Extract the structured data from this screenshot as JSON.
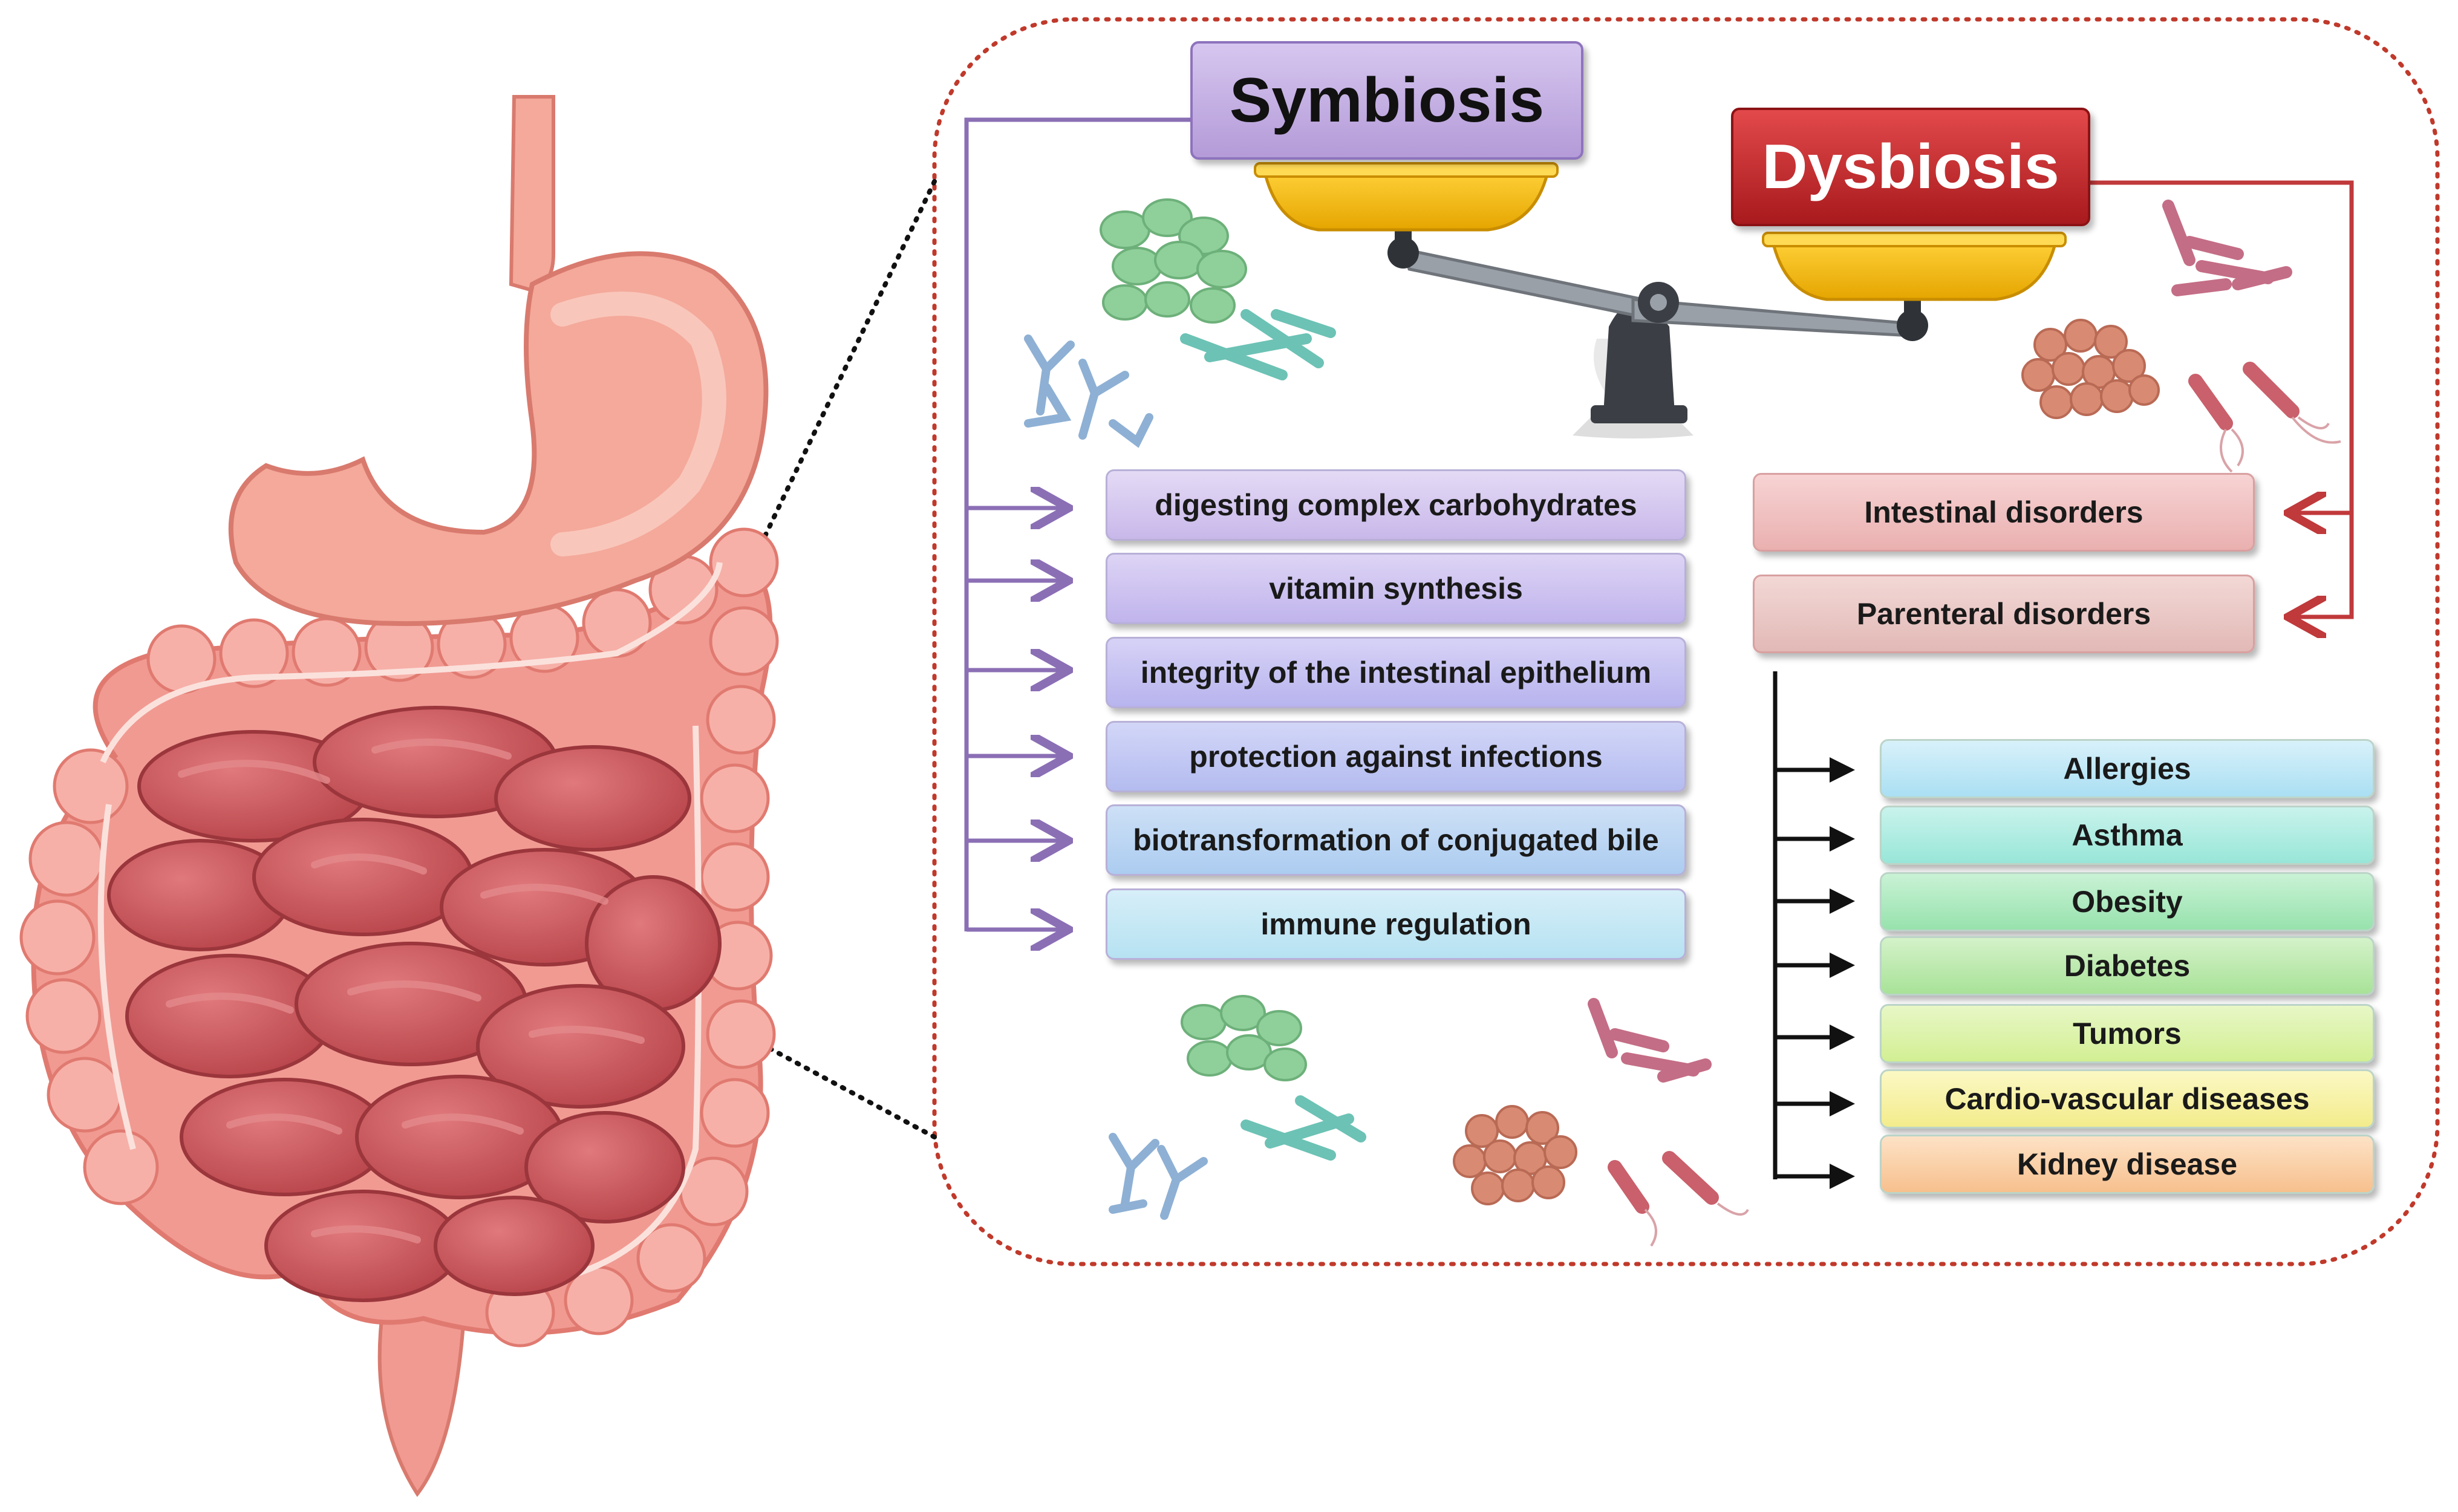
{
  "symbiosis": {
    "title": "Symbiosis",
    "functions": [
      "digesting complex carbohydrates",
      "vitamin synthesis",
      "integrity of the intestinal epithelium",
      "protection against infections",
      "biotransformation of conjugated bile",
      "immune regulation"
    ]
  },
  "dysbiosis": {
    "title": "Dysbiosis",
    "disorders": [
      "Intestinal disorders",
      "Parenteral disorders"
    ],
    "diseases": [
      "Allergies",
      "Asthma",
      "Obesity",
      "Diabetes",
      "Tumors",
      "Cardio-vascular diseases",
      "Kidney disease"
    ]
  },
  "colors": {
    "symbiosis_arrow": "#8b6fb5",
    "dysbiosis_arrow": "#c0393b",
    "frame_dots": "#c0392b",
    "intestine_dark": "#c8575c",
    "colon_light": "#f19a92",
    "stomach": "#f4a99a"
  },
  "icons": [
    "intestine-illustration",
    "balance-scale-icon",
    "bacteria-cluster-icon",
    "rod-bacteria-icon",
    "y-shaped-bacteria-icon"
  ]
}
